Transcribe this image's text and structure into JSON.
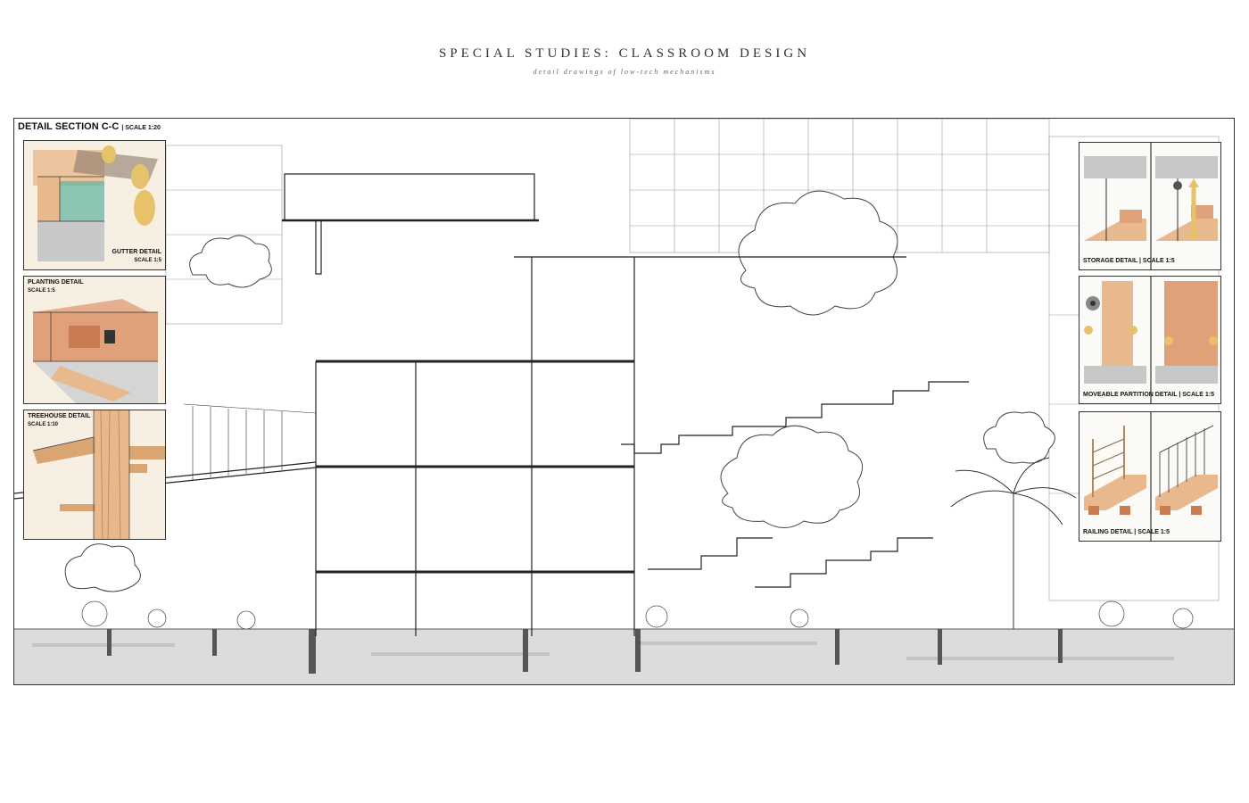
{
  "header": {
    "title": "SPECIAL STUDIES: CLASSROOM DESIGN",
    "subtitle": "detail drawings of low-tech mechanisms"
  },
  "section": {
    "title": "DETAIL SECTION C-C",
    "scale": "| SCALE 1:20"
  },
  "details_left": [
    {
      "label": "GUTTER DETAIL",
      "scale": "SCALE 1:5"
    },
    {
      "label": "PLANTING DETAIL",
      "scale": "SCALE 1:5"
    },
    {
      "label": "TREEHOUSE DETAIL",
      "scale": "SCALE 1:10"
    }
  ],
  "details_right": [
    {
      "label": "STORAGE DETAIL | SCALE 1:5"
    },
    {
      "label": "MOVEABLE PARTITION DETAIL | SCALE 1:5"
    },
    {
      "label": "RAILING DETAIL | SCALE 1:5"
    }
  ],
  "colors": {
    "ink": "#333333",
    "water": "#d9d9d9",
    "timber": "#e8b98c",
    "terracotta": "#e0a07a",
    "concrete": "#c8c8c8",
    "teal": "#5fb3a1",
    "leaf": "#e6c36a"
  }
}
